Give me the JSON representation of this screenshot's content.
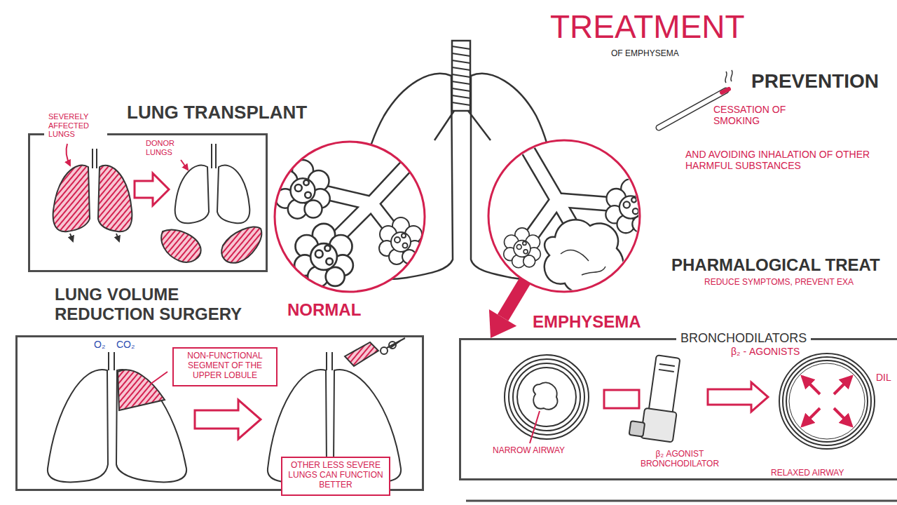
{
  "diagram": {
    "title": "TREATMENT",
    "nodes": [
      {
        "text": [
          "LUNG TRANSPLANT"
        ]
      },
      {
        "text": [
          "NORMAL"
        ]
      },
      {
        "text": [
          "EMPHYSEMA"
        ]
      },
      {
        "text": [
          "LUNG VOLUME REDUCTION SURGERY"
        ]
      },
      {
        "text": [
          "NON-FUNCTIONAL SEGMENT OF THE UPPER LOBULE"
        ],
        "in": 3
      },
      {
        "text": [
          "OTHER LESS SEVERE LUNGS CAN FUNCTION BETTER"
        ],
        "in": 3
      },
      {
        "text": [
          "BRONCHODILATORS",
          "β₂ - AGONISTS"
        ]
      }
    ],
    "edges": [
      {
        "from": 2,
        "to": 6,
        "arrow": "to"
      }
    ],
    "labels": [
      "OF EMPHYSEMA",
      "PREVENTION",
      "CESSATION OF SMOKING",
      "AND AVOIDING INHALATION OF OTHER HARMFUL SUBSTANCES",
      "SEVERELY AFFECTED LUNGS",
      "DONOR LUNGS",
      "PHARMALOGICAL TREAT",
      "REDUCE SYMPTOMS, PREVENT EXA",
      "O₂",
      "CO₂",
      "NARROW AIRWAY",
      "β₂ AGONIST BRONCHODILATOR",
      "RELAXED AIRWAY",
      "DIL"
    ]
  }
}
